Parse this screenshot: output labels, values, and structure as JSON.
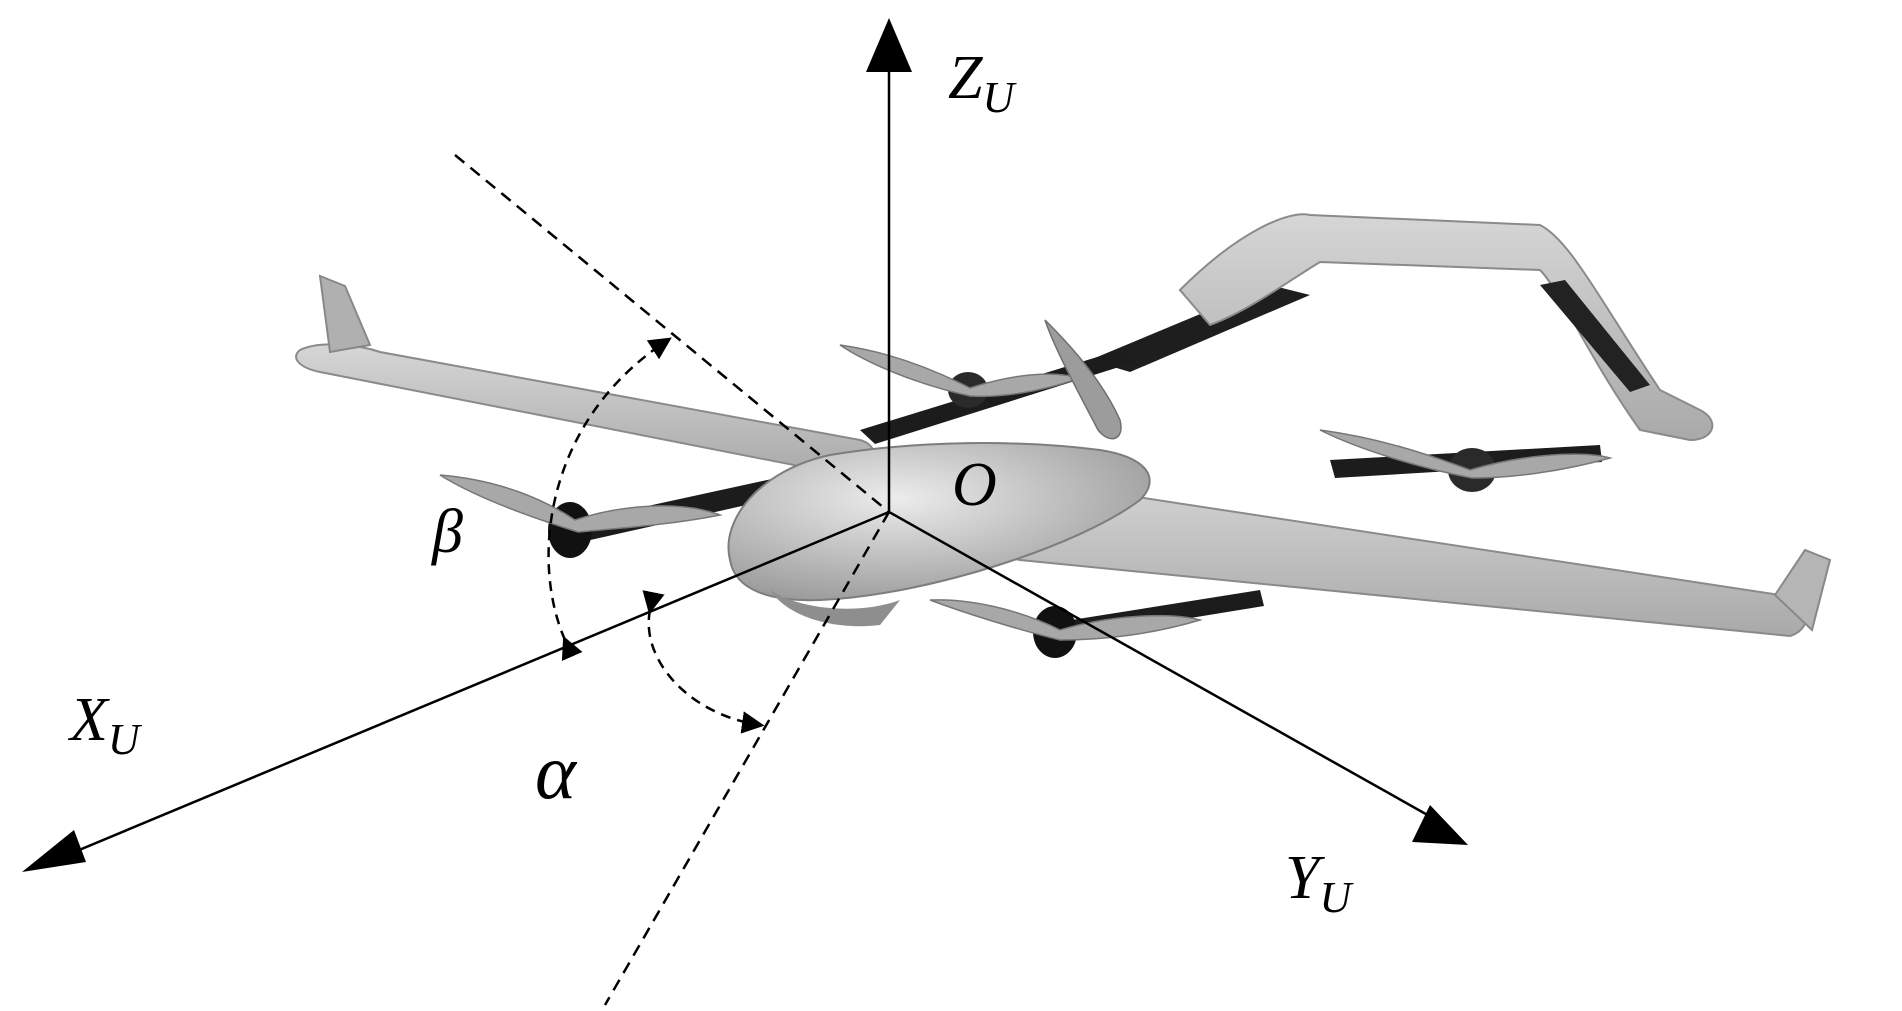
{
  "labels": {
    "z_axis": "Z",
    "z_sub": "U",
    "x_axis": "X",
    "x_sub": "U",
    "y_axis": "Y",
    "y_sub": "U",
    "origin": "O",
    "alpha": "α",
    "beta": "β"
  },
  "colors": {
    "background": "#ffffff",
    "axis": "#000000",
    "aircraft_body": "#bdbdbd",
    "aircraft_dark": "#1a1a1a"
  }
}
